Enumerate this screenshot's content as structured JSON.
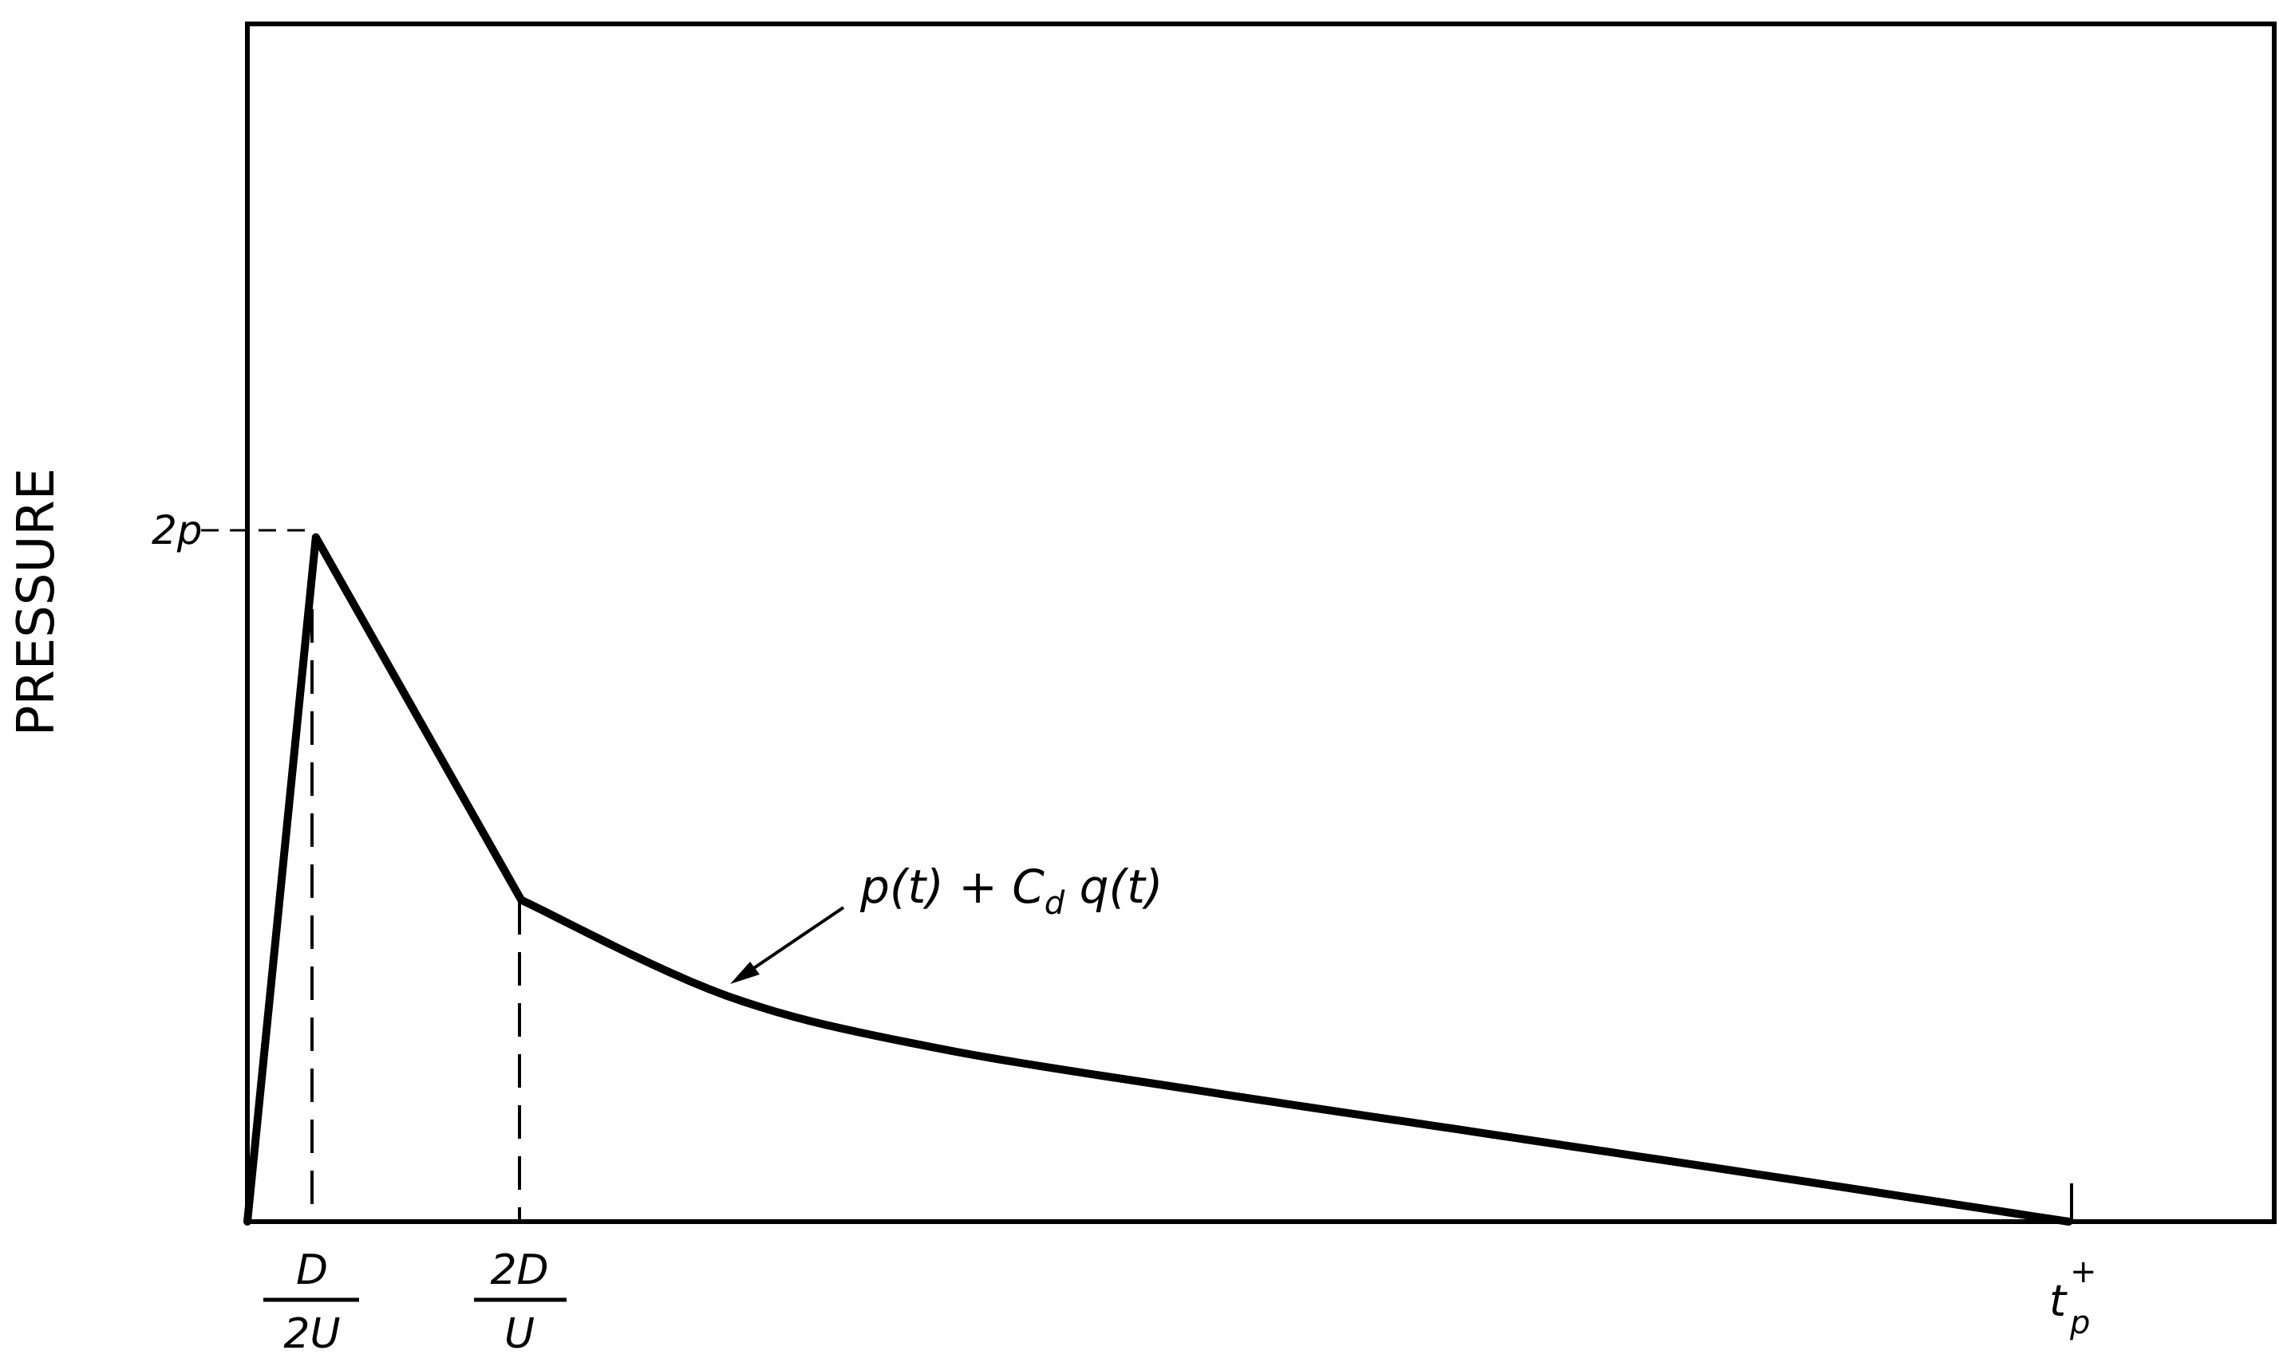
{
  "chart_data": {
    "type": "line",
    "ylabel": "PRESSURE",
    "xlabel": "",
    "y_tick": "2p",
    "x_ticks": [
      {
        "numerator": "D",
        "denominator": "2U"
      },
      {
        "numerator": "2D",
        "denominator": "U"
      },
      {
        "symbol": "t",
        "sup": "+",
        "sub": "p"
      }
    ],
    "series": [
      {
        "name": "p(t) + C_d q(t)",
        "annotation": {
          "text": "p(t) + C",
          "subscript": "d",
          "text_after": " q(t)"
        },
        "points": [
          {
            "x": 0,
            "y": 0
          },
          {
            "x": 0.5,
            "y": 2
          },
          {
            "x": 2.0,
            "y": 0.94
          },
          {
            "x": 3.5,
            "y": 0.66
          },
          {
            "x": 5.0,
            "y": 0.51
          },
          {
            "x": 7.0,
            "y": 0.38
          },
          {
            "x": 9.0,
            "y": 0.26
          },
          {
            "x": 11.0,
            "y": 0.14
          },
          {
            "x": 13.3,
            "y": 0
          }
        ]
      }
    ],
    "xlim": [
      0,
      14.8
    ],
    "ylim": [
      0,
      3.5
    ],
    "grid": false,
    "legend": "none"
  }
}
